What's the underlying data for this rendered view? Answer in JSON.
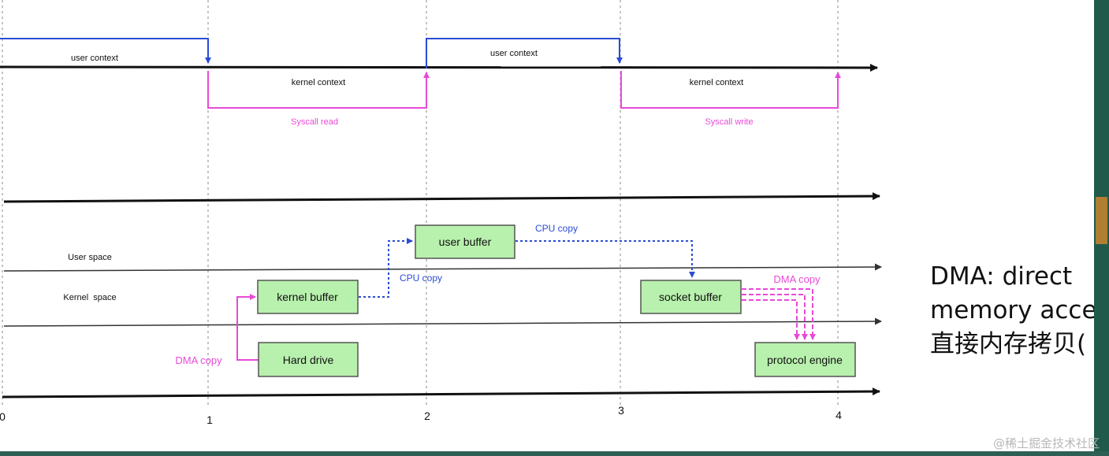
{
  "timeline": {
    "ticks": [
      "0",
      "1",
      "2",
      "3",
      "4"
    ]
  },
  "context_labels": {
    "user_context_1": "user context",
    "kernel_context_1": "kernel context",
    "user_context_2": "user context",
    "kernel_context_2": "kernel context",
    "syscall_read": "Syscall read",
    "syscall_write": "Syscall write"
  },
  "space_labels": {
    "user_space": "User space",
    "kernel_space": "Kernel  space"
  },
  "boxes": {
    "hard_drive": "Hard drive",
    "kernel_buffer": "kernel buffer",
    "user_buffer": "user buffer",
    "socket_buffer": "socket buffer",
    "protocol_engine": "protocol engine"
  },
  "copies": {
    "dma_copy_left": "DMA copy",
    "cpu_copy_1": "CPU copy",
    "cpu_copy_2": "CPU copy",
    "dma_copy_right": "DMA copy"
  },
  "side_note": {
    "line1": "DMA: direct",
    "line2": "memory access",
    "line3": "直接内存拷贝("
  },
  "watermark": "@稀土掘金技术社区",
  "colors": {
    "user_blue": "#2b4bd6",
    "kernel_magenta": "#e84ad8",
    "box_fill": "#b8f0ad",
    "box_border": "#555555",
    "axis": "#111111"
  }
}
